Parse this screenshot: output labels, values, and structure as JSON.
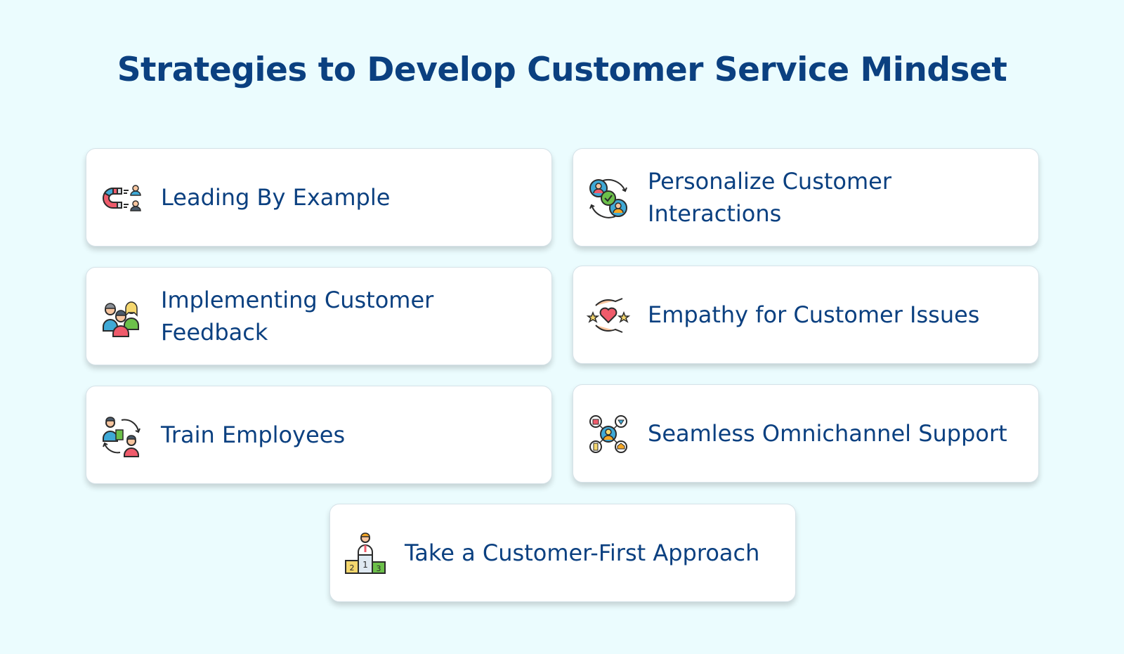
{
  "title": "Strategies to Develop Customer Service Mindset",
  "strategies": [
    {
      "label": "Leading By Example",
      "icon": "magnet-people-icon"
    },
    {
      "label": "Personalize Customer Interactions",
      "icon": "personalize-exchange-icon"
    },
    {
      "label": "Implementing Customer Feedback",
      "icon": "customer-group-icon"
    },
    {
      "label": "Empathy for Customer Issues",
      "icon": "heart-hands-icon"
    },
    {
      "label": "Train Employees",
      "icon": "training-cycle-icon"
    },
    {
      "label": "Seamless Omnichannel Support",
      "icon": "omnichannel-network-icon"
    },
    {
      "label": "Take a Customer-First Approach",
      "icon": "podium-icon"
    }
  ],
  "colors": {
    "background": "#ebfcfe",
    "text": "#0b4080",
    "card": "#ffffff"
  }
}
